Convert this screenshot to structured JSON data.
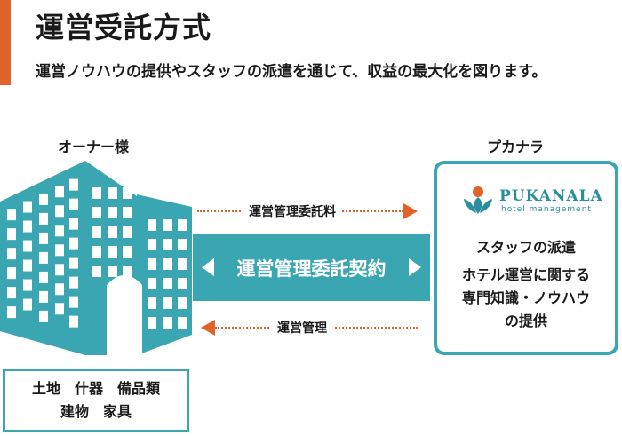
{
  "header": {
    "title": "運営受託方式",
    "subtitle": "運営ノウハウの提供やスタッフの派遣を通じて、収益の最大化を図ります。"
  },
  "owner": {
    "label": "オーナー様",
    "assets": [
      "土地　什器　備品類",
      "建物　家具"
    ]
  },
  "contract": {
    "label": "運営管理委託契約",
    "fee_label": "運営管理委託料",
    "management_label": "運営管理"
  },
  "pukara": {
    "label": "プカナラ",
    "logo_name": "PUKANALA",
    "logo_sub": "hotel management",
    "service_1": "スタッフの派遣",
    "service_2": [
      "ホテル運営に関する",
      "専門知識・ノウハウ",
      "の提供"
    ]
  },
  "colors": {
    "teal": "#3aa6b2",
    "orange": "#e2632a"
  }
}
